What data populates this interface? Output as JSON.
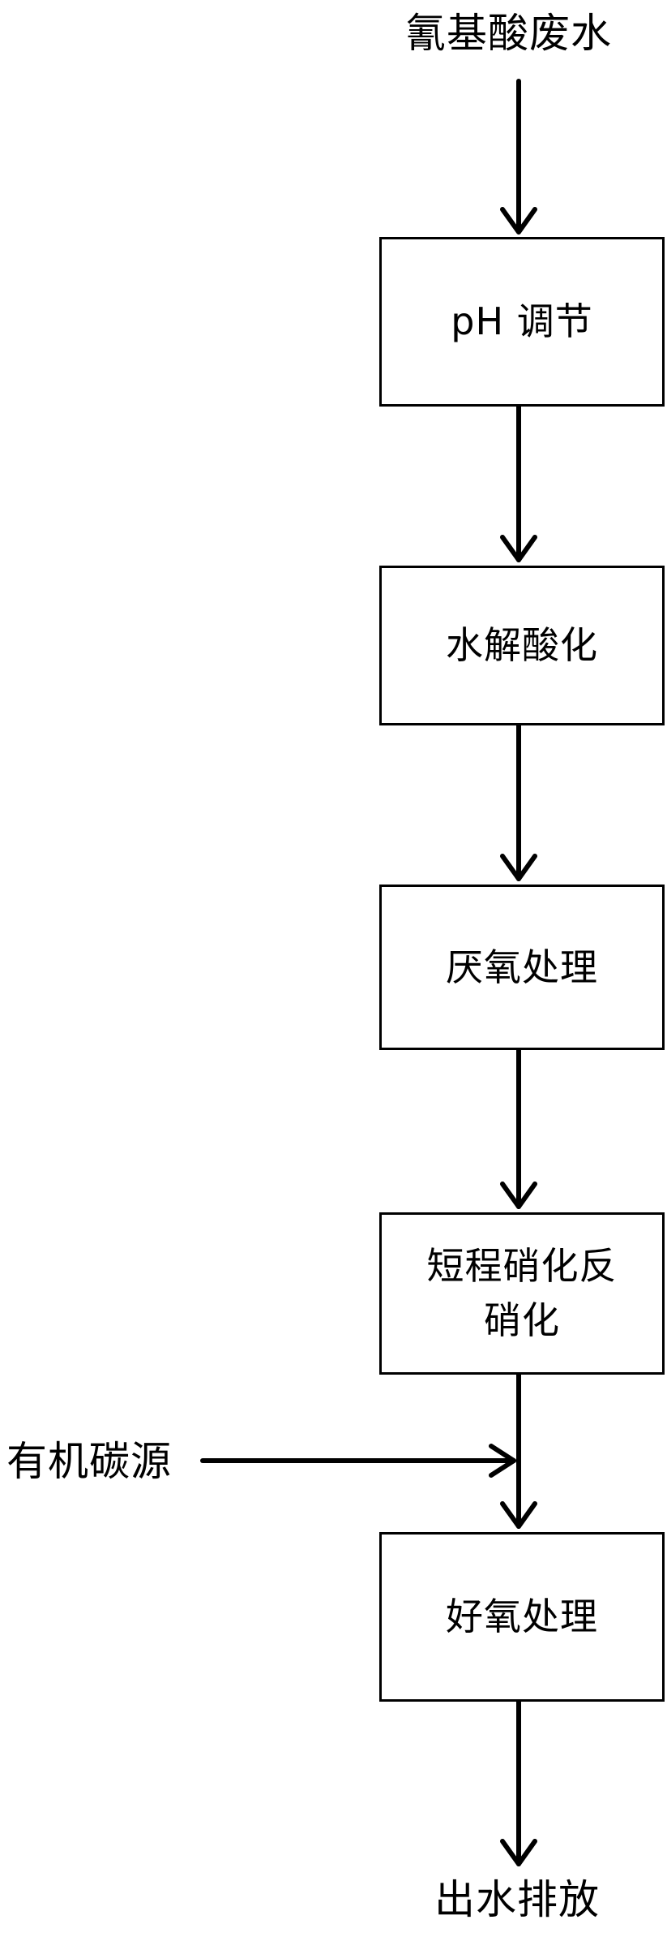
{
  "flowchart": {
    "input": "氰基酸废水",
    "steps": [
      "pH 调节",
      "水解酸化",
      "厌氧处理",
      "短程硝化反\n硝化",
      "好氧处理"
    ],
    "side_input": "有机碳源",
    "output": "出水排放"
  },
  "colors": {
    "line": "#000000",
    "background": "#ffffff"
  }
}
